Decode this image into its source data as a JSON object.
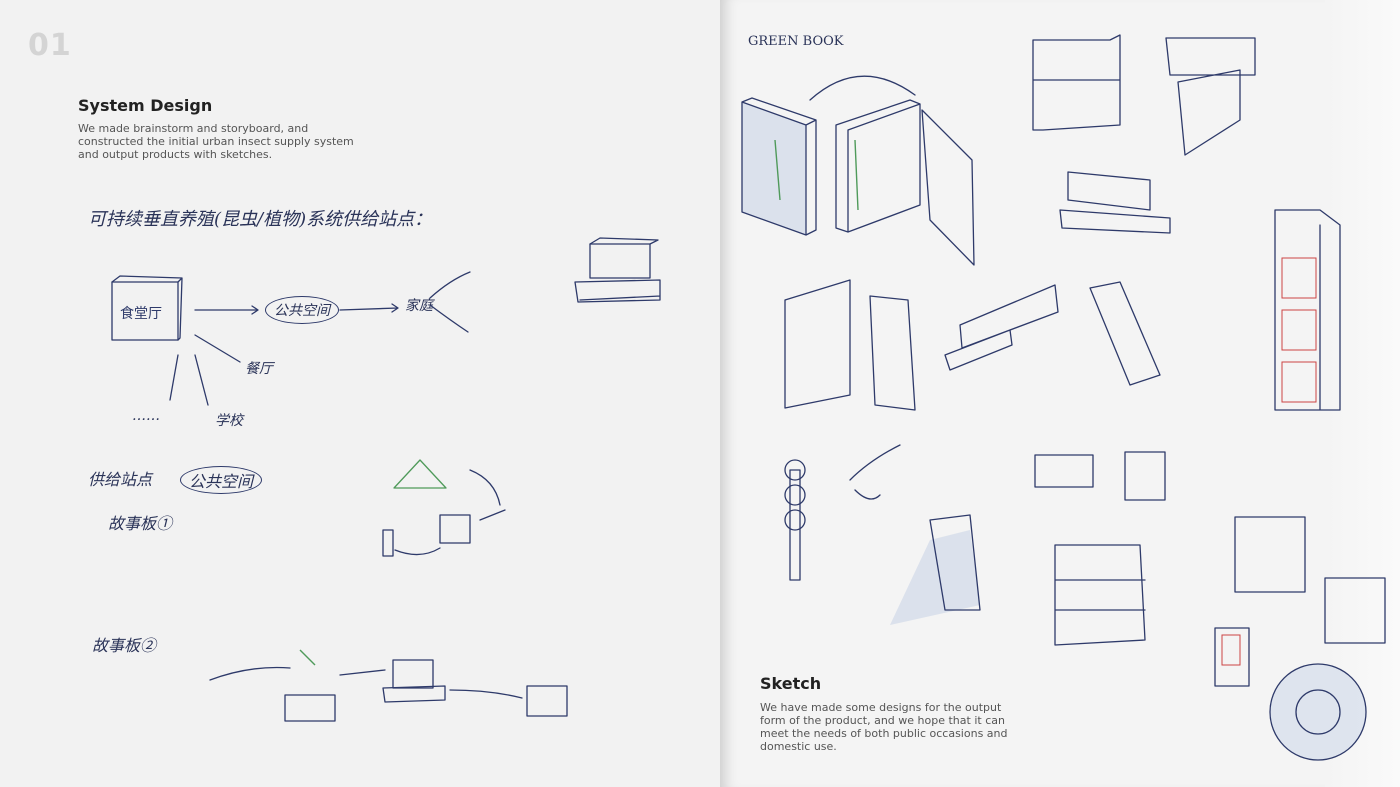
{
  "left": {
    "page_number": "01",
    "title": "System Design",
    "description": [
      "We made brainstorm and storyboard, and",
      "constructed the initial urban insect supply system",
      "and output products with sketches."
    ],
    "sketch_notes": {
      "heading": "可持续垂直养殖(昆虫/植物)系统供给站点：",
      "public_space": "公共空间",
      "home": "家庭",
      "restaurant": "餐厅",
      "school": "学校",
      "supply_point": "供给站点",
      "storyboard_1": "故事板①",
      "storyboard_2": "故事板②",
      "ellipsis": "……"
    }
  },
  "right": {
    "sketch_label": "GREEN BOOK",
    "title": "Sketch",
    "description": [
      "We have made some designs for the output",
      "form of the product, and we hope that it can",
      "meet the needs of both public occasions and",
      "domestic use."
    ]
  }
}
